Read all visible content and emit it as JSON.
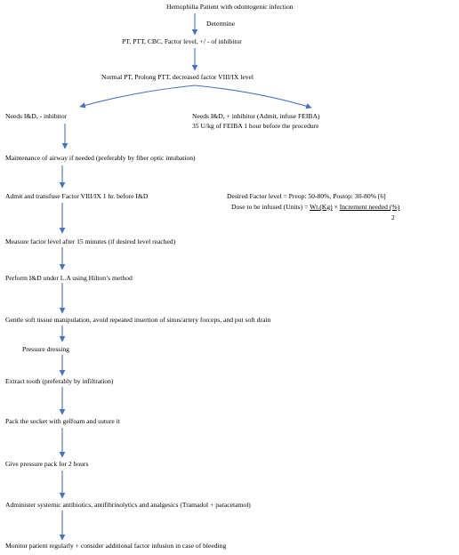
{
  "flowchart": {
    "colors": {
      "arrow": "#4472C4",
      "text": "#000000"
    },
    "nodes": {
      "start": "Hemophilia Patient with odontogenic infection",
      "determine": "Determine",
      "tests": "PT, PTT, CBC, Factor level, +/ - of inhibitor",
      "result": "Normal PT, Prolong PTT, decreased factor VIII/IX level",
      "branch_no_inhibitor": "Needs I&D, - inhibitor",
      "branch_inhibitor_line1": "Needs I&D, + inhibitor (Admit, infuse FEIBA)",
      "branch_inhibitor_line2": "35 U/kg of FEIBA 1 hour before the procedure",
      "airway": "Maintenance of airway if needed (preferably by fiber optic intubation)",
      "transfuse": "Admit and transfuse Factor VIII/IX 1 hr. before I&D",
      "measure": "Measure factor level after 15 minutes (if desired level reached)",
      "perform": "Perform I&D under L.A using Hilton’s method",
      "gentle": "Gentle soft tissue manipulation, avoid repeated insertion of sinus/artery forceps, and put soft drain",
      "pressure_dressing": "Pressure dressing",
      "extract": "Extract tooth (preferably by infiltration)",
      "pack": "Pack the socket with gelfoam and suture it",
      "pressure_pack": "Give pressure pack for 2 hours",
      "administer": "Administer systemic antibiotics, antifibrinolytics and analgesics (Tramadol + paracetamol)",
      "monitor": "Monitor patient regularly + consider additional factor infusion in case of bleeding"
    },
    "formula": {
      "desired_level": "Desired Factor level = Preop: 50-80%, Postop: 30-80% [6]",
      "dose_prefix": "Dose to be infused (Units) = ",
      "dose_weight": "Wt.(Kg)",
      "dose_times": " × ",
      "dose_increment": "Increment needed (%)",
      "denominator": "2"
    }
  }
}
